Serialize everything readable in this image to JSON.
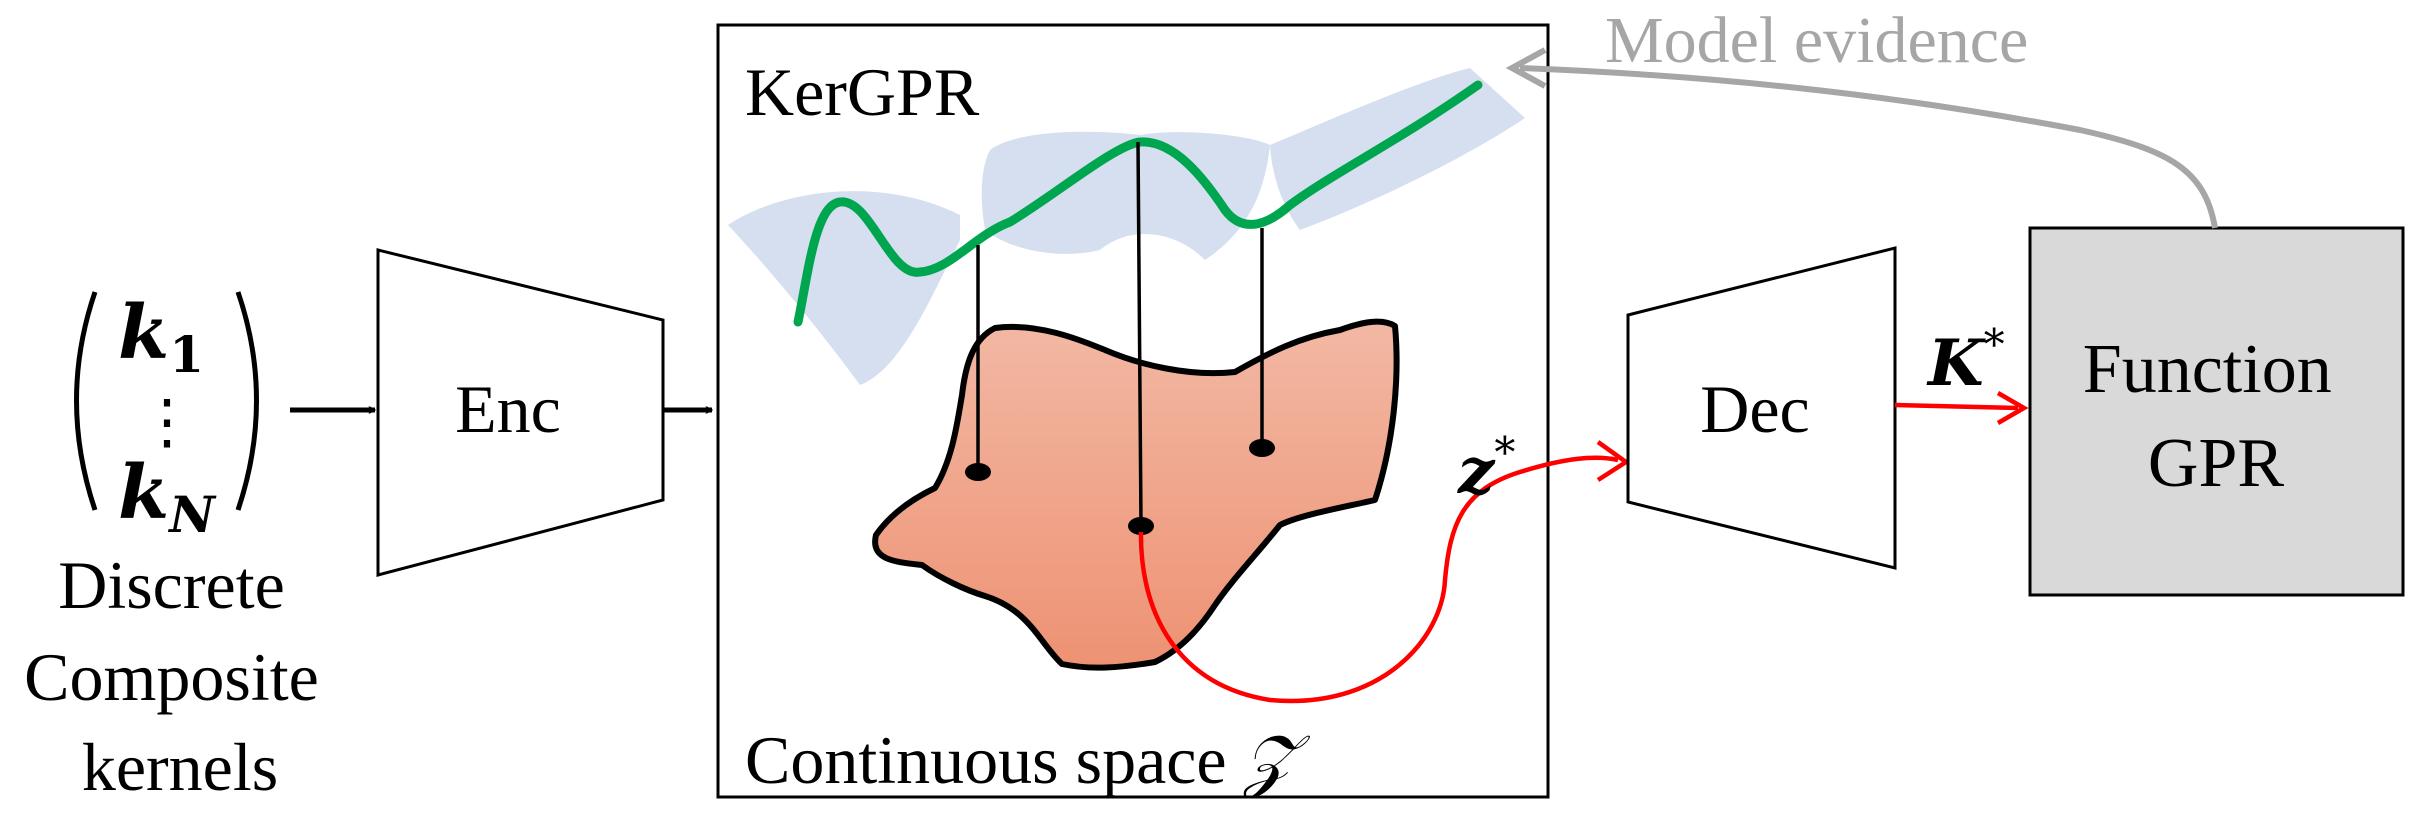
{
  "input": {
    "k_first": "k",
    "k_first_sub": "1",
    "dots": "⋮",
    "k_last": "k",
    "k_last_sub": "N",
    "caption_line1": "Discrete",
    "caption_line2": "Composite",
    "caption_line3": "kernels"
  },
  "encoder": {
    "label": "Enc"
  },
  "kergpr": {
    "title": "KerGPR",
    "space_label": "Continuous space ",
    "space_symbol": "𝒵"
  },
  "decoder": {
    "label": "Dec"
  },
  "optimal_point": {
    "symbol": "z",
    "superscript": "*"
  },
  "optimal_kernel": {
    "symbol": "K",
    "superscript": "*"
  },
  "function_gpr": {
    "label_line1": "Function",
    "label_line2": "GPR"
  },
  "feedback": {
    "label": "Model evidence"
  },
  "colors": {
    "stroke": "#000000",
    "feedback_gray": "#a6a6a6",
    "highlight_red": "#ff0000",
    "gp_curve_green": "#00a64f",
    "uncertainty_band": "#d5dfef",
    "latent_fill_top": "#f2b8a4",
    "latent_fill_bottom": "#ee9273",
    "function_box_fill": "#d9d9d9"
  }
}
